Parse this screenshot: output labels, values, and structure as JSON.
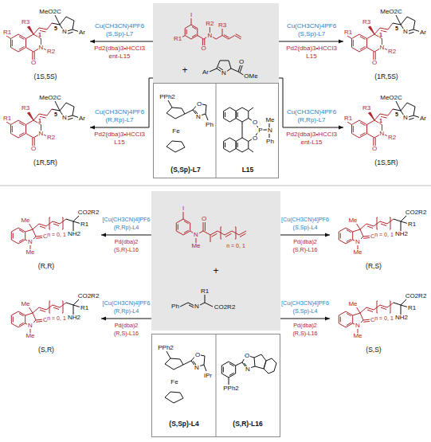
{
  "diagram": {
    "nodes": [
      {
        "text": [
          "R3",
          "1",
          "5",
          "MeO2C",
          "N",
          "Ar",
          "R1",
          "N",
          "R2",
          "O",
          "(1S,5S)"
        ]
      },
      {
        "text": [
          "R1",
          "I",
          "O",
          "N",
          "R2",
          "R3",
          "+",
          "Ar",
          "N",
          "O",
          "OMe"
        ]
      },
      {
        "text": [
          "R3",
          "1",
          "5",
          "MeO2C",
          "N",
          "Ar",
          "R1",
          "N",
          "R2",
          "O",
          "(1R,5S)"
        ]
      },
      {
        "text": [
          "R3",
          "1",
          "5",
          "MeO2C",
          "N",
          "Ar",
          "R1",
          "N",
          "R2",
          "O",
          "(1R,5R)"
        ]
      },
      {
        "text": [
          "PPh2",
          "O",
          "N",
          "Fe",
          "Ph",
          "(S,Sp)-L7",
          "O",
          "O",
          "P",
          "N",
          "Me",
          "Ph",
          "L15"
        ]
      },
      {
        "text": [
          "R3",
          "1",
          "5",
          "MeO2C",
          "N",
          "Ar",
          "R1",
          "N",
          "R2",
          "O",
          "(1S,5R)"
        ]
      },
      {
        "text": [
          "Me",
          "N",
          "O",
          "Me",
          "n = 0, 1",
          "CO2R2",
          "R1",
          "NH2",
          "(R,R)"
        ]
      },
      {
        "text": [
          "I",
          "N",
          "Me",
          "O",
          "n = 0, 1",
          "+",
          "Ph",
          "N",
          "CO2R2",
          "R1"
        ]
      },
      {
        "text": [
          "Me",
          "N",
          "O",
          "Me",
          "n = 0, 1",
          "CO2R2",
          "R1",
          "NH2",
          "(R,S)"
        ]
      },
      {
        "text": [
          "Me",
          "N",
          "O",
          "Me",
          "n = 0, 1",
          "CO2R2",
          "R1",
          "NH2",
          "(S,R)"
        ]
      },
      {
        "text": [
          "Me",
          "N",
          "O",
          "Me",
          "n = 0, 1",
          "CO2R2",
          "R1",
          "NH2",
          "(S,S)"
        ]
      },
      {
        "text": [
          "PPh2",
          "O",
          "N",
          "Fe",
          "iPr",
          "(S,Sp)-L4",
          "PPh2",
          "O",
          "N",
          "(S,R)-L16"
        ]
      }
    ],
    "edges": [
      {
        "from": 1,
        "to": 0,
        "arrow": "to"
      },
      {
        "from": 1,
        "to": 2,
        "arrow": "to"
      },
      {
        "from": 1,
        "to": 3,
        "arrow": "to"
      },
      {
        "from": 1,
        "to": 5,
        "arrow": "to"
      },
      {
        "from": 7,
        "to": 6,
        "arrow": "to"
      },
      {
        "from": 7,
        "to": 8,
        "arrow": "to"
      },
      {
        "from": 7,
        "to": 9,
        "arrow": "to"
      },
      {
        "from": 7,
        "to": 10,
        "arrow": "to"
      }
    ],
    "labels": [
      "Cu(CH3CN)4PF6",
      "(S,Sp)-L7",
      "Pd2(dba)3•HCCl3",
      "ent-L15",
      "Cu(CH3CN)4PF6",
      "(S,Sp)-L7",
      "Pd2(dba)3•HCCl3",
      "L15",
      "Cu(CH3CN)4PF6",
      "(R,Rp)-L7",
      "Pd2(dba)3•HCCl3",
      "L15",
      "Cu(CH3CN)4PF6",
      "(R,Rp)-L7",
      "Pd2(dba)3•HCCl3",
      "ent-L15",
      "[Cu(CH3CN)4]PF6",
      "(R,Rp)-L4",
      "Pd(dba)2",
      "(S,R)-L16",
      "[Cu(CH3CN)4]PF6",
      "(S,Sp)-L4",
      "Pd(dba)2",
      "(S,R)-L16",
      "[Cu(CH3CN)4]PF6",
      "(R,Rp)-L4",
      "Pd(dba)2",
      "(R,S)-L16",
      "[Cu(CH3CN)4]PF6",
      "(S,Sp)-L4",
      "Pd(dba)2",
      "(R,S)-L16"
    ]
  }
}
